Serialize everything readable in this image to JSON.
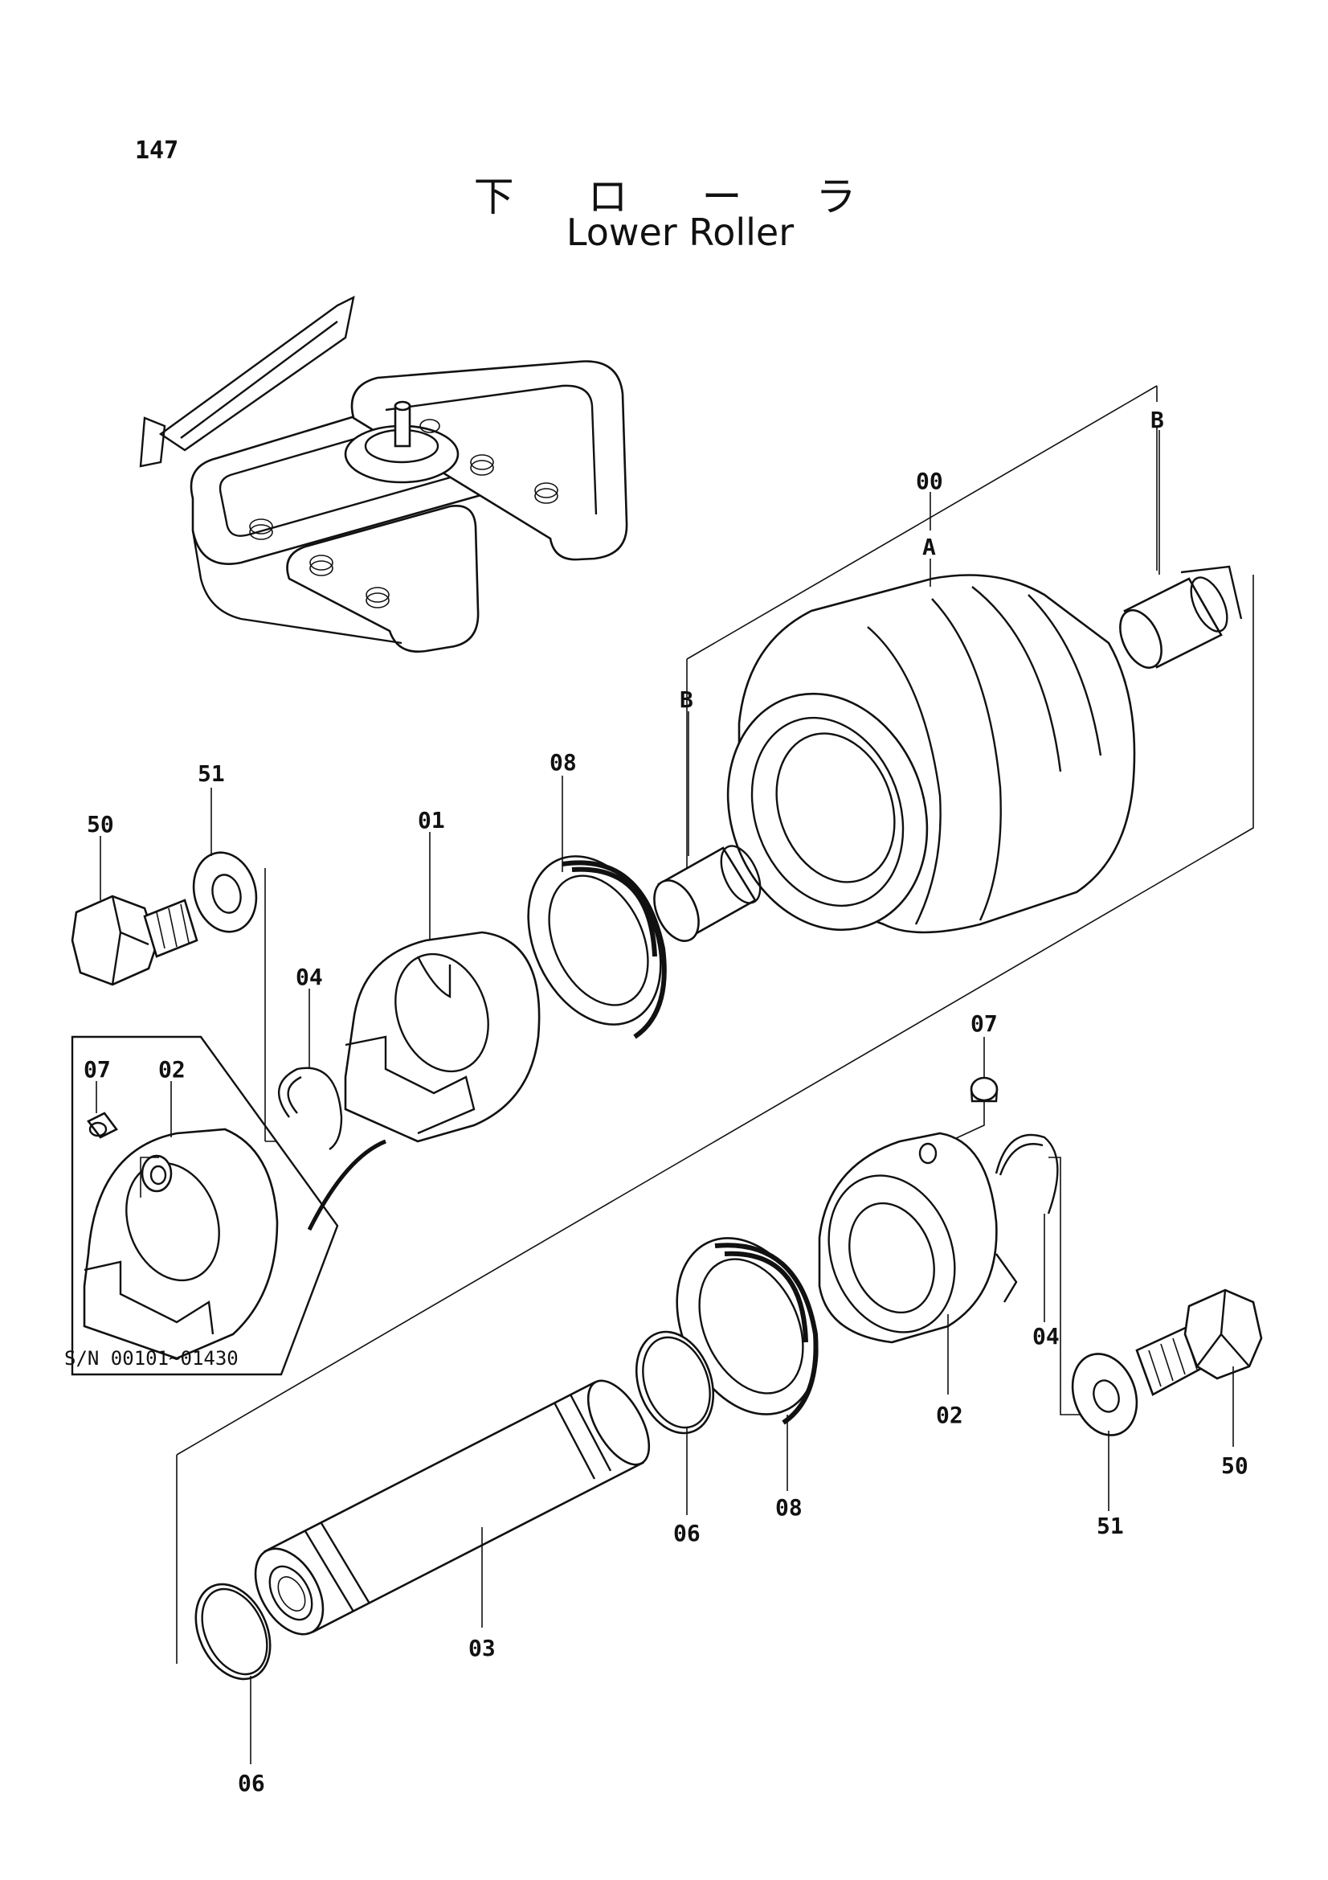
{
  "page": {
    "number": "147"
  },
  "title": {
    "japanese": "下 ロ ー ラ",
    "english": "Lower Roller"
  },
  "callouts": {
    "roller_assembly": "00",
    "roller_body": "A",
    "bushing_top": "B",
    "bushing_left": "B",
    "floating_seal_upper": "08",
    "collar_left": "01",
    "bolt_left": "50",
    "washer_left": "51",
    "snap_ring_left": "04",
    "inset_plug": "07",
    "inset_collar": "02",
    "plug_right": "07",
    "collar_right": "02",
    "snap_ring_right": "04",
    "bolt_right": "50",
    "washer_right": "51",
    "floating_seal_lower": "08",
    "oring_middle": "06",
    "shaft": "03",
    "oring_bottom": "06"
  },
  "inset": {
    "serial_range": "S/N 00101~01430"
  }
}
